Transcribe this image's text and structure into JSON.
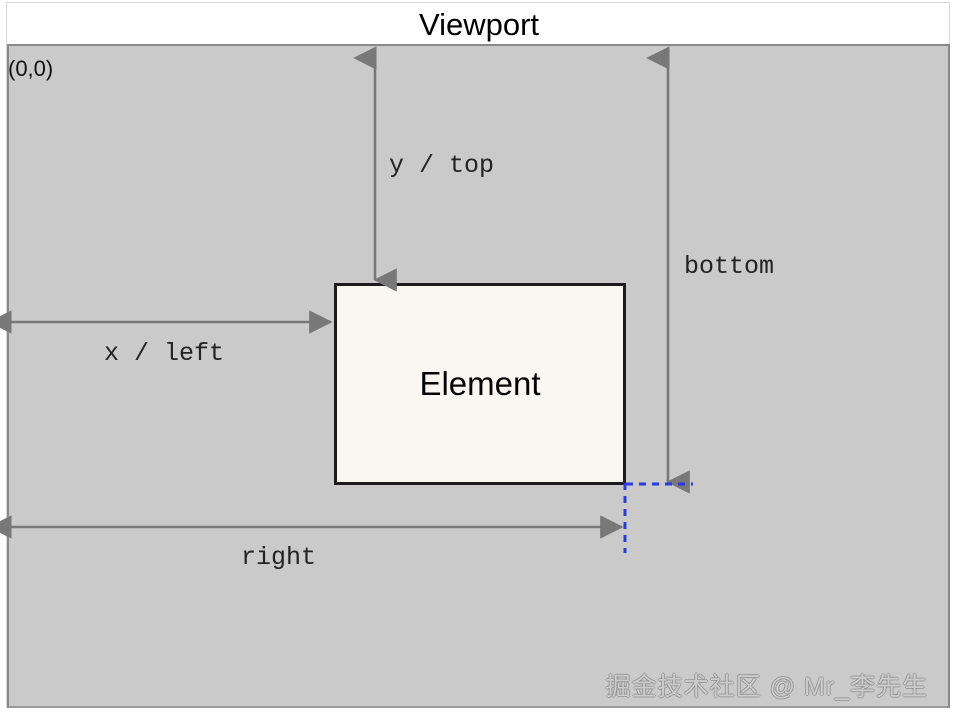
{
  "diagram": {
    "title": "Viewport",
    "origin_label": "(0,0)",
    "element_label": "Element",
    "watermark": "掘金技术社区 @ Mr_李先生",
    "colors": {
      "viewport_fill": "#cacaca",
      "viewport_border": "#8a8a8a",
      "element_fill": "#faf7f3",
      "element_border": "#1c1c1c",
      "arrow": "#787878",
      "guide_dashed": "#2a3ae0",
      "text": "#232323",
      "header_bg": "#ffffff"
    },
    "measurements": [
      {
        "key": "top",
        "label": "y / top",
        "orientation": "vertical",
        "arrow_type": "double-ended-top",
        "from": "viewport-top",
        "to": "element-top"
      },
      {
        "key": "left",
        "label": "x / left",
        "orientation": "horizontal",
        "arrow_type": "double-ended",
        "from": "viewport-left",
        "to": "element-left"
      },
      {
        "key": "bottom",
        "label": "bottom",
        "orientation": "vertical",
        "arrow_type": "double-ended",
        "from": "viewport-top",
        "to": "element-bottom"
      },
      {
        "key": "right",
        "label": "right",
        "orientation": "horizontal",
        "arrow_type": "double-ended",
        "from": "viewport-left",
        "to": "element-right"
      }
    ],
    "guides": [
      {
        "key": "bottom-guide",
        "orientation": "horizontal",
        "style": "dashed",
        "color": "#2a3ae0"
      },
      {
        "key": "right-guide",
        "orientation": "vertical",
        "style": "dashed",
        "color": "#2a3ae0"
      }
    ]
  }
}
